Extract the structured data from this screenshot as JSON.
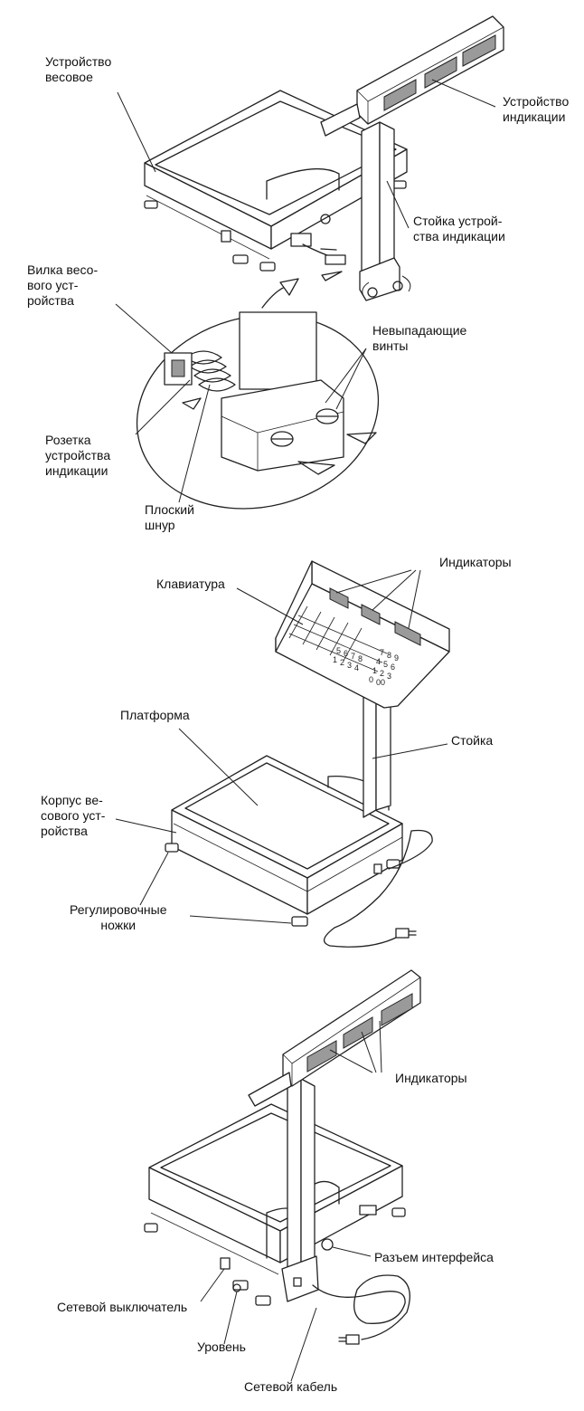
{
  "figure1": {
    "labels": {
      "weigh_device": [
        "Устройство",
        "весовое"
      ],
      "display_device": [
        "Устройство",
        "индикации"
      ],
      "display_post": [
        "Стойка устрой-",
        "ства индикации"
      ],
      "weigh_plug": [
        "Вилка весо-",
        "вого уст-",
        "ройства"
      ],
      "captive_screws": [
        "Невыпадающие",
        "винты"
      ],
      "display_socket": [
        "Розетка",
        "устройства",
        "индикации"
      ],
      "flat_cable": [
        "Плоский",
        "шнур"
      ]
    }
  },
  "figure2": {
    "labels": {
      "indicators": "Индикаторы",
      "keyboard": "Клавиатура",
      "platform": "Платформа",
      "post": "Стойка",
      "housing": [
        "Корпус ве-",
        "сового уст-",
        "ройства"
      ],
      "feet": [
        "Регулировочные",
        "ножки"
      ]
    },
    "keypad": {
      "small_keys": [
        "5",
        "6",
        "7",
        "8",
        "1",
        "2",
        "3",
        "4"
      ],
      "digit_keys": [
        "7",
        "8",
        "9",
        "4",
        "5",
        "6",
        "1",
        "2",
        "3",
        "0",
        "00"
      ]
    }
  },
  "figure3": {
    "labels": {
      "indicators": "Индикаторы",
      "interface_connector": "Разъем интерфейса",
      "power_switch": "Сетевой выключатель",
      "level": "Уровень",
      "power_cable": "Сетевой кабель"
    }
  }
}
